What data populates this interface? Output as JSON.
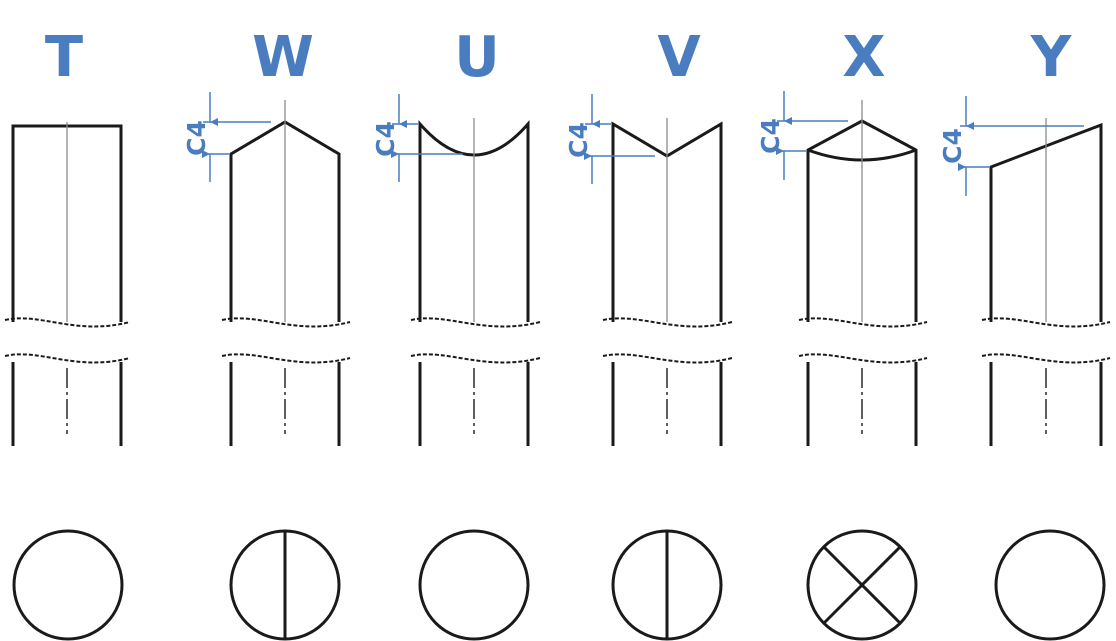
{
  "colors": {
    "accent": "#4a7cc0",
    "stroke": "#1a1a1a",
    "centerline": "#8c8c8c"
  },
  "shapes": [
    {
      "id": "T",
      "letter": "T",
      "tip": "flat",
      "end_view": "plain",
      "dimension": ""
    },
    {
      "id": "W",
      "letter": "W",
      "tip": "gable",
      "end_view": "vertical-line",
      "dimension": "C4"
    },
    {
      "id": "U",
      "letter": "U",
      "tip": "concave",
      "end_view": "plain",
      "dimension": "C4"
    },
    {
      "id": "V",
      "letter": "V",
      "tip": "v-notch",
      "end_view": "vertical-line",
      "dimension": "C4"
    },
    {
      "id": "X",
      "letter": "X",
      "tip": "cross-point",
      "end_view": "cross",
      "dimension": "C4"
    },
    {
      "id": "Y",
      "letter": "Y",
      "tip": "slant",
      "end_view": "plain",
      "dimension": "C4"
    }
  ]
}
